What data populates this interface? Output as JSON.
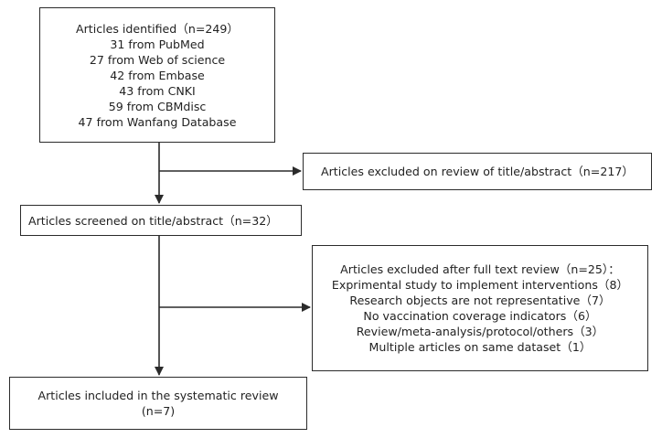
{
  "identified": {
    "lines": [
      "Articles identified（n=249）",
      "31 from PubMed",
      "27 from Web of science",
      "42 from Embase",
      "43 from CNKI",
      "59 from CBMdisc",
      "47 from Wanfang Database"
    ]
  },
  "excluded_title": {
    "text": "Articles excluded on review of title/abstract（n=217）"
  },
  "screened": {
    "text": "Articles screened on title/abstract（n=32）"
  },
  "excluded_fulltext": {
    "lines": [
      "Articles excluded after full text review（n=25）：",
      "Exprimental study to implement interventions（8）",
      "Research objects are not representative（7）",
      "No vaccination coverage indicators（6）",
      "Review/meta-analysis/protocol/others（3）",
      "Multiple articles on same dataset（1）"
    ]
  },
  "included": {
    "lines": [
      "Articles included in the systematic review",
      "(n=7)"
    ]
  }
}
